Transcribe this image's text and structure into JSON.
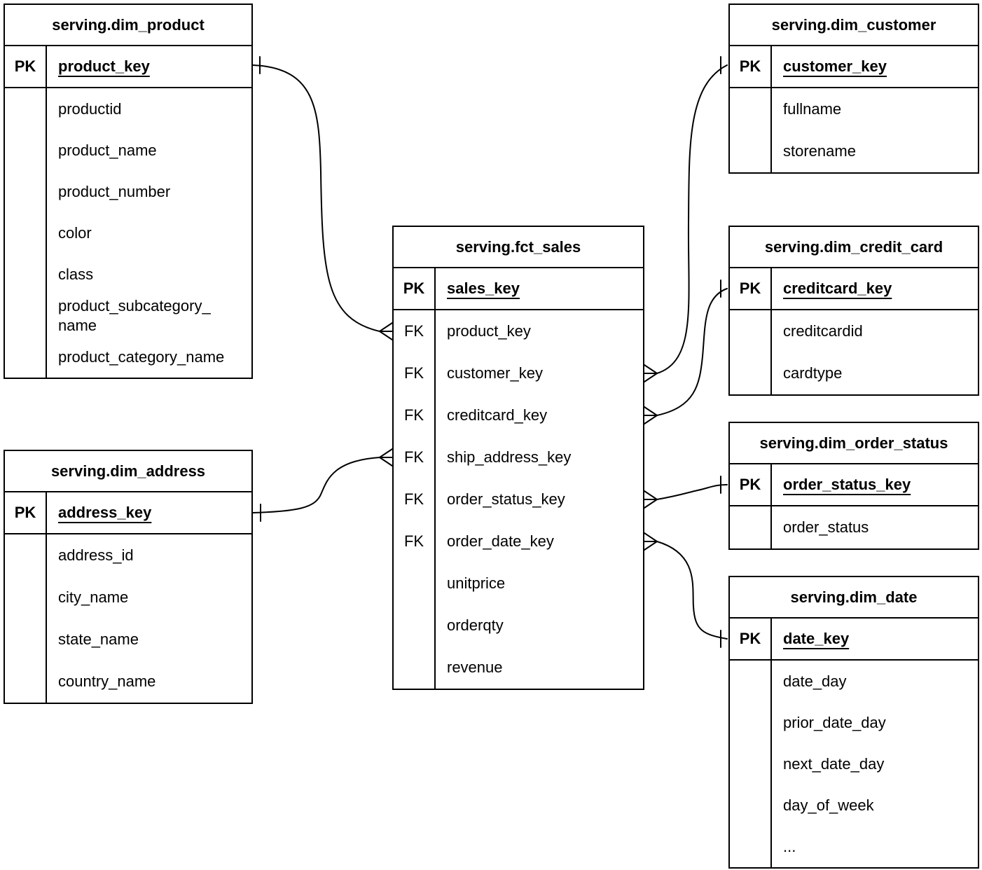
{
  "labels": {
    "pk": "PK",
    "fk": "FK"
  },
  "tables": {
    "dim_product": {
      "title": "serving.dim_product",
      "pk": "product_key",
      "rows": [
        "productid",
        "product_name",
        "product_number",
        "color",
        "class",
        "product_subcategory_\nname",
        "product_category_name"
      ]
    },
    "dim_customer": {
      "title": "serving.dim_customer",
      "pk": "customer_key",
      "rows": [
        "fullname",
        "storename"
      ]
    },
    "fct_sales": {
      "title": "serving.fct_sales",
      "pk": "sales_key",
      "rows": [
        {
          "tag": "FK",
          "name": "product_key"
        },
        {
          "tag": "FK",
          "name": "customer_key"
        },
        {
          "tag": "FK",
          "name": "creditcard_key"
        },
        {
          "tag": "FK",
          "name": "ship_address_key"
        },
        {
          "tag": "FK",
          "name": "order_status_key"
        },
        {
          "tag": "FK",
          "name": "order_date_key"
        },
        {
          "tag": "",
          "name": "unitprice"
        },
        {
          "tag": "",
          "name": "orderqty"
        },
        {
          "tag": "",
          "name": "revenue"
        }
      ]
    },
    "dim_credit_card": {
      "title": "serving.dim_credit_card",
      "pk": "creditcard_key",
      "rows": [
        "creditcardid",
        "cardtype"
      ]
    },
    "dim_order_status": {
      "title": "serving.dim_order_status",
      "pk": "order_status_key",
      "rows": [
        "order_status"
      ]
    },
    "dim_date": {
      "title": "serving.dim_date",
      "pk": "date_key",
      "rows": [
        "date_day",
        "prior_date_day",
        "next_date_day",
        "day_of_week",
        "..."
      ]
    },
    "dim_address": {
      "title": "serving.dim_address",
      "pk": "address_key",
      "rows": [
        "address_id",
        "city_name",
        "state_name",
        "country_name"
      ]
    }
  },
  "relationships": [
    {
      "from_table": "serving.fct_sales",
      "from_column": "product_key",
      "to_table": "serving.dim_product",
      "to_column": "product_key",
      "from_cardinality": "many",
      "to_cardinality": "one"
    },
    {
      "from_table": "serving.fct_sales",
      "from_column": "customer_key",
      "to_table": "serving.dim_customer",
      "to_column": "customer_key",
      "from_cardinality": "many",
      "to_cardinality": "one"
    },
    {
      "from_table": "serving.fct_sales",
      "from_column": "creditcard_key",
      "to_table": "serving.dim_credit_card",
      "to_column": "creditcard_key",
      "from_cardinality": "many",
      "to_cardinality": "one"
    },
    {
      "from_table": "serving.fct_sales",
      "from_column": "ship_address_key",
      "to_table": "serving.dim_address",
      "to_column": "address_key",
      "from_cardinality": "many",
      "to_cardinality": "one"
    },
    {
      "from_table": "serving.fct_sales",
      "from_column": "order_status_key",
      "to_table": "serving.dim_order_status",
      "to_column": "order_status_key",
      "from_cardinality": "many",
      "to_cardinality": "one"
    },
    {
      "from_table": "serving.fct_sales",
      "from_column": "order_date_key",
      "to_table": "serving.dim_date",
      "to_column": "date_key",
      "from_cardinality": "many",
      "to_cardinality": "one"
    }
  ],
  "colors": {
    "line": "#000000",
    "background": "#ffffff",
    "text": "#000000"
  }
}
